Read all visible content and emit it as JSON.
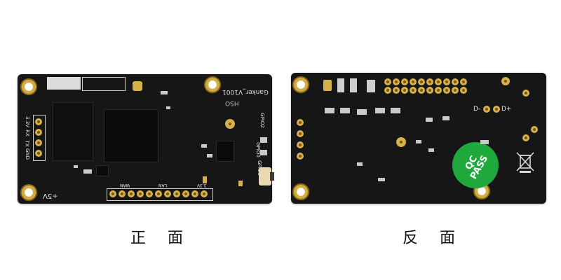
{
  "captions": {
    "front": "正 面",
    "back": "反 面"
  },
  "front_board": {
    "model_label": "Ganker_V1001",
    "side_pin_labels": [
      "3.3V",
      "RX",
      "TX",
      "GND"
    ],
    "power_label": "+5V",
    "button_label": "GPIO1",
    "gpio_label": "GPIO0",
    "top_gpio_label": "GPIO2",
    "bottom_header_labels": [
      "WAN",
      "LAN",
      "3.3V"
    ],
    "marking": "HSO"
  },
  "back_board": {
    "usb_labels": [
      "D-",
      "D+"
    ],
    "qc_sticker": {
      "line1": "QC",
      "line2": "PASS",
      "color": "#1fa83c"
    },
    "recycle_icon": "crossed-bin-icon"
  }
}
